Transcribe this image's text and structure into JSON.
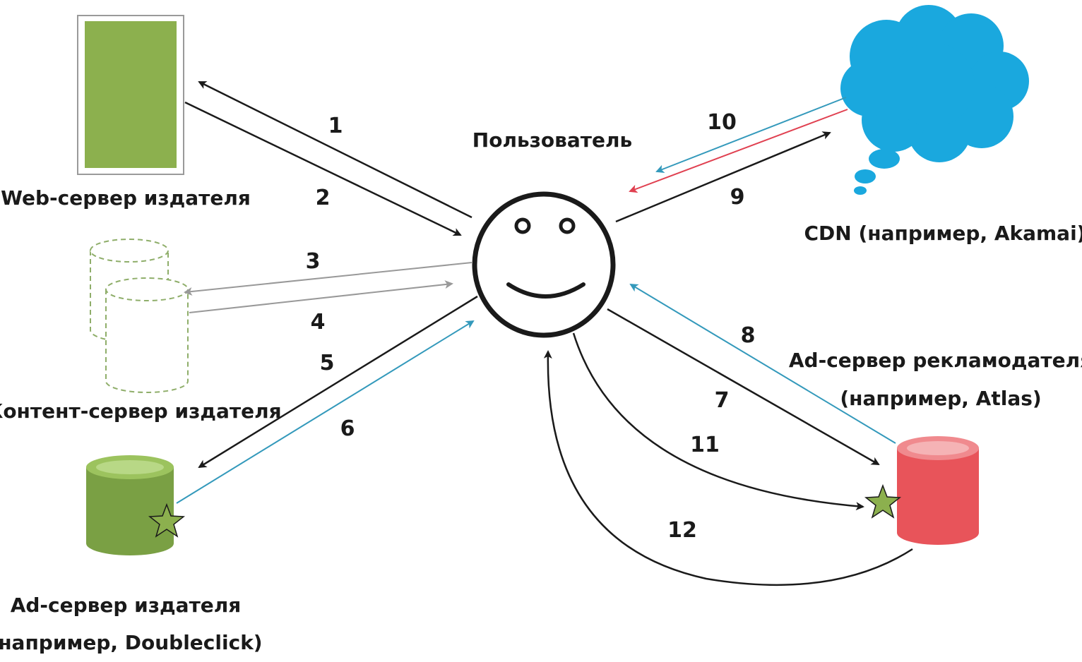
{
  "nodes": {
    "web_server": {
      "label": "Web-сервер издателя"
    },
    "content_server": {
      "label": "Контент-сервер издателя"
    },
    "publisher_ad_server": {
      "label_line1": "Ad-сервер издателя",
      "label_line2": "(например, Doubleclick)"
    },
    "user": {
      "label": "Пользователь"
    },
    "cdn": {
      "label": "CDN (например, Akamai)"
    },
    "advertiser_ad_server": {
      "label_line1": "Ad-сервер рекламодателя",
      "label_line2": "(например, Atlas)"
    }
  },
  "steps": [
    {
      "id": "1",
      "label": "1"
    },
    {
      "id": "2",
      "label": "2"
    },
    {
      "id": "3",
      "label": "3"
    },
    {
      "id": "4",
      "label": "4"
    },
    {
      "id": "5",
      "label": "5"
    },
    {
      "id": "6",
      "label": "6"
    },
    {
      "id": "7",
      "label": "7"
    },
    {
      "id": "8",
      "label": "8"
    },
    {
      "id": "9",
      "label": "9"
    },
    {
      "id": "10",
      "label": "10"
    },
    {
      "id": "11",
      "label": "11"
    },
    {
      "id": "12",
      "label": "12"
    }
  ],
  "colors": {
    "green": "#8cb04e",
    "green_dark": "#6f9a3a",
    "red": "#e8545a",
    "cloud": "#1aa8de",
    "arrow_black": "#1a1a1a",
    "arrow_gray": "#999999",
    "arrow_blue": "#3399bb",
    "arrow_red": "#e04050"
  },
  "icons": {
    "user": "smiley-face-icon",
    "cdn": "cloud-icon",
    "web_server": "document-page-icon",
    "content_server": "database-cylinders-icon",
    "publisher_ad_server": "database-cylinder-icon",
    "advertiser_ad_server": "database-cylinder-icon",
    "marker": "star-icon"
  }
}
